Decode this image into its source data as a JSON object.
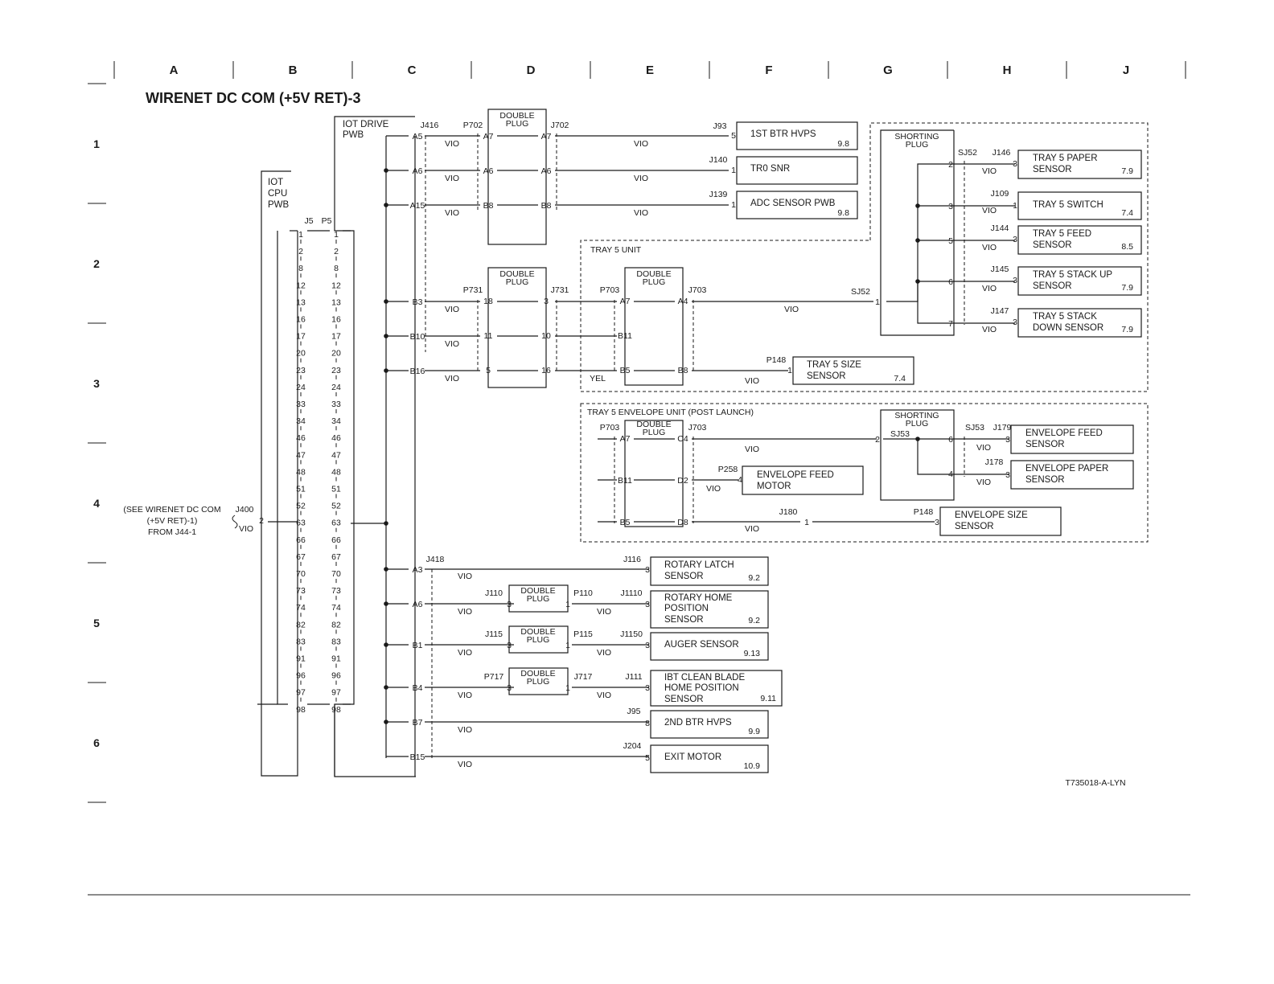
{
  "title": "WIRENET DC COM (+5V RET)-3",
  "columns": [
    "A",
    "B",
    "C",
    "D",
    "E",
    "F",
    "G",
    "H",
    "J"
  ],
  "rows": [
    "1",
    "2",
    "3",
    "4",
    "5",
    "6"
  ],
  "figure_id": "T735018-A-LYN",
  "blocks": {
    "iot_drive": [
      "IOT DRIVE",
      "PWB"
    ],
    "iot_cpu": [
      "IOT",
      "CPU",
      "PWB"
    ],
    "tray5_unit": "TRAY 5 UNIT",
    "tray5_env_unit": "TRAY 5 ENVELOPE  UNIT (POST LAUNCH)",
    "see_ref": [
      "(SEE WIRENET DC COM",
      "(+5V RET)-1)",
      "FROM J44-1"
    ]
  },
  "plugs": {
    "double": [
      "DOUBLE",
      "PLUG"
    ],
    "shorting": [
      "SHORTING",
      "PLUG"
    ]
  },
  "connectors": {
    "J5": "J5",
    "P5": "P5",
    "J400": "J400",
    "J416": "J416",
    "J418": "J418",
    "P702": "P702",
    "J702": "J702",
    "P731": "P731",
    "J731": "J731",
    "P703": "P703",
    "J703": "J703",
    "SJ52": "SJ52",
    "SJ53": "SJ53",
    "P703b": "P703",
    "J703b": "J703",
    "J180": "J180",
    "P148": "P148",
    "P148b": "P148",
    "P258": "P258",
    "J110": "J110",
    "P110": "P110",
    "J1110": "J1110",
    "J115": "J115",
    "P115": "P115",
    "J1150": "J1150",
    "P717": "P717",
    "J717": "J717",
    "J111": "J111",
    "J93": "J93",
    "J140": "J140",
    "J139": "J139",
    "J116": "J116",
    "J95": "J95",
    "J204": "J204",
    "J146": "J146",
    "J109": "J109",
    "J144": "J144",
    "J145": "J145",
    "J147": "J147",
    "J179": "J179",
    "J178": "J178"
  },
  "j5_pins": [
    "1",
    "2",
    "8",
    "12",
    "13",
    "16",
    "17",
    "20",
    "23",
    "24",
    "33",
    "34",
    "46",
    "47",
    "48",
    "51",
    "52",
    "63",
    "66",
    "67",
    "70",
    "73",
    "74",
    "82",
    "83",
    "91",
    "96",
    "97",
    "98"
  ],
  "drive_pins": [
    "A5",
    "A6",
    "A15",
    "B3",
    "B10",
    "B16",
    "A3",
    "A6",
    "B1",
    "B4",
    "B7",
    "B15"
  ],
  "pins": {
    "dp1": [
      "A7",
      "A6",
      "B8",
      "A7",
      "A6",
      "B8"
    ],
    "dp2": [
      "18",
      "11",
      "5",
      "3",
      "10",
      "16"
    ],
    "dp3": [
      "A7",
      "B11",
      "B5",
      "A4",
      "B8"
    ],
    "dp4": [
      "A7",
      "B11",
      "B5",
      "C4",
      "D2",
      "D8"
    ],
    "dp5": [
      "3",
      "1"
    ],
    "dp6": [
      "3",
      "1"
    ],
    "dp7": [
      "3",
      "1"
    ],
    "sh1": [
      "2",
      "3",
      "5",
      "6",
      "7"
    ],
    "sh2": [
      "2",
      "6",
      "4"
    ],
    "cpu_in": "2",
    "env_misc": [
      "4",
      "1",
      "3",
      "1",
      "1",
      "5",
      "1",
      "1",
      "1",
      "3",
      "3",
      "3",
      "3",
      "3",
      "8",
      "5",
      "3",
      "3",
      "3",
      "3",
      "3",
      "3",
      "3",
      "3"
    ]
  },
  "wire_color": "VIO",
  "wire_color_yel": "YEL",
  "components": {
    "btr1": {
      "label": [
        "1ST BTR HVPS"
      ],
      "pin": "5",
      "ref": "9.8"
    },
    "tr0": {
      "label": [
        "TR0 SNR"
      ],
      "pin": "1",
      "ref": ""
    },
    "adc": {
      "label": [
        "ADC SENSOR PWB"
      ],
      "pin": "1",
      "ref": "9.8"
    },
    "t5paper": {
      "label": [
        "TRAY 5 PAPER",
        "SENSOR"
      ],
      "pin": "3",
      "ref": "7.9"
    },
    "t5switch": {
      "label": [
        "TRAY 5 SWITCH"
      ],
      "pin": "1",
      "ref": "7.4"
    },
    "t5feed": {
      "label": [
        "TRAY 5 FEED",
        "SENSOR"
      ],
      "pin": "3",
      "ref": "8.5"
    },
    "t5stackup": {
      "label": [
        "TRAY 5 STACK UP",
        "SENSOR"
      ],
      "pin": "3",
      "ref": "7.9"
    },
    "t5stackdn": {
      "label": [
        "TRAY 5 STACK",
        "DOWN SENSOR"
      ],
      "pin": "3",
      "ref": "7.9"
    },
    "t5size": {
      "label": [
        "TRAY 5 SIZE",
        "SENSOR"
      ],
      "pin": "1",
      "ref": "7.4"
    },
    "envfeedmotor": {
      "label": [
        "ENVELOPE FEED",
        "MOTOR"
      ],
      "pin": "4",
      "ref": ""
    },
    "envfeedsensor": {
      "label": [
        "ENVELOPE FEED",
        "SENSOR"
      ],
      "pin": "3",
      "ref": ""
    },
    "envpaper": {
      "label": [
        "ENVELOPE PAPER",
        "SENSOR"
      ],
      "pin": "3",
      "ref": ""
    },
    "envsize": {
      "label": [
        "ENVELOPE SIZE",
        "SENSOR"
      ],
      "pin": "3",
      "ref": ""
    },
    "rotlatch": {
      "label": [
        "ROTARY LATCH",
        "SENSOR"
      ],
      "pin": "3",
      "ref": "9.2"
    },
    "rothome": {
      "label": [
        "ROTARY HOME",
        "POSITION",
        "SENSOR"
      ],
      "pin": "3",
      "ref": "9.2"
    },
    "auger": {
      "label": [
        "AUGER SENSOR"
      ],
      "pin": "3",
      "ref": "9.13"
    },
    "ibt": {
      "label": [
        "IBT CLEAN BLADE",
        "HOME POSITION",
        "SENSOR"
      ],
      "pin": "3",
      "ref": "9.11"
    },
    "btr2": {
      "label": [
        "2ND BTR HVPS"
      ],
      "pin": "8",
      "ref": "9.9"
    },
    "exit": {
      "label": [
        "EXIT MOTOR"
      ],
      "pin": "5",
      "ref": "10.9"
    }
  }
}
